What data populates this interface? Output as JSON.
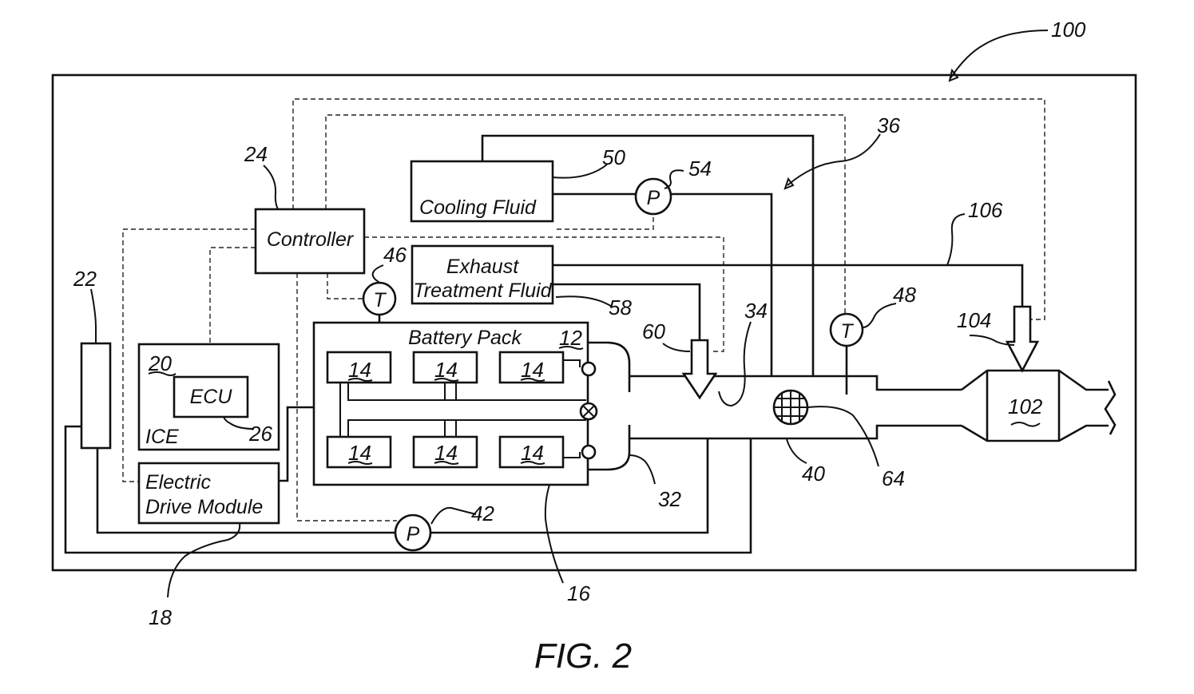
{
  "figure": {
    "caption": "FIG. 2"
  },
  "components": {
    "controller": "Controller",
    "cooling_fluid": "Cooling Fluid",
    "exhaust_fluid_line1": "Exhaust",
    "exhaust_fluid_line2": "Treatment Fluid",
    "battery_pack": "Battery Pack",
    "ecu": "ECU",
    "ice": "ICE",
    "edm_line1": "Electric",
    "edm_line2": "Drive Module",
    "pump_symbol": "P",
    "temp_symbol": "T"
  },
  "refs": {
    "r100": "100",
    "r36": "36",
    "r50": "50",
    "r54": "54",
    "r24": "24",
    "r106": "106",
    "r46": "46",
    "r22": "22",
    "r58": "58",
    "r34": "34",
    "r48": "48",
    "r60": "60",
    "r104": "104",
    "r12": "12",
    "r20": "20",
    "r14": "14",
    "r102": "102",
    "r26": "26",
    "r40": "40",
    "r64": "64",
    "r32": "32",
    "r42": "42",
    "r16": "16",
    "r18": "18"
  }
}
